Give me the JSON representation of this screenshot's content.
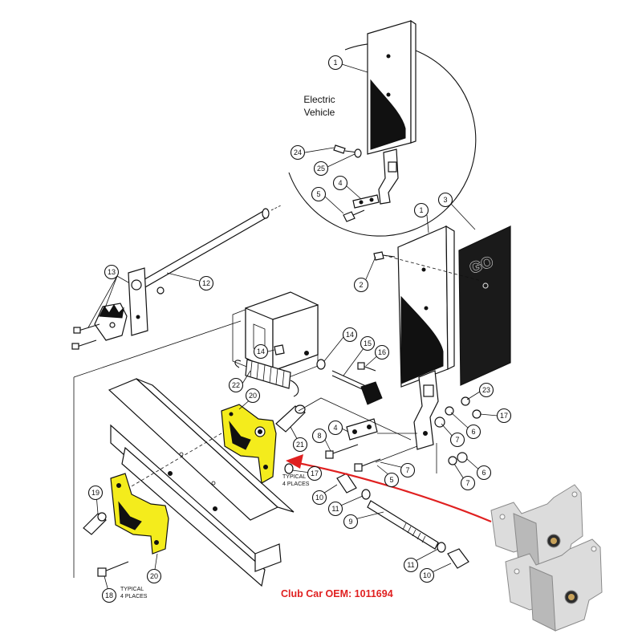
{
  "labels": {
    "electric_vehicle_line1": "Electric",
    "electric_vehicle_line2": "Vehicle",
    "pedal_pad_text": "GO",
    "typical_right_line1": "TYPICAL",
    "typical_right_line2": "4 PLACES",
    "typical_left_line1": "TYPICAL",
    "typical_left_line2": "4 PLACES",
    "oem_caption": "Club Car OEM: 1011694"
  },
  "callouts": [
    {
      "id": "c1a",
      "text": "1"
    },
    {
      "id": "c24",
      "text": "24"
    },
    {
      "id": "c25",
      "text": "25"
    },
    {
      "id": "c4a",
      "text": "4"
    },
    {
      "id": "c5a",
      "text": "5"
    },
    {
      "id": "c1b",
      "text": "1"
    },
    {
      "id": "c3",
      "text": "3"
    },
    {
      "id": "c2",
      "text": "2"
    },
    {
      "id": "c13",
      "text": "13"
    },
    {
      "id": "c12",
      "text": "12"
    },
    {
      "id": "c14a",
      "text": "14"
    },
    {
      "id": "c14b",
      "text": "14"
    },
    {
      "id": "c15",
      "text": "15"
    },
    {
      "id": "c16",
      "text": "16"
    },
    {
      "id": "c22",
      "text": "22"
    },
    {
      "id": "c20a",
      "text": "20"
    },
    {
      "id": "c23",
      "text": "23"
    },
    {
      "id": "c17a",
      "text": "17"
    },
    {
      "id": "c4b",
      "text": "4"
    },
    {
      "id": "c6a",
      "text": "6"
    },
    {
      "id": "c8",
      "text": "8"
    },
    {
      "id": "c21",
      "text": "21"
    },
    {
      "id": "c7a",
      "text": "7"
    },
    {
      "id": "c7b",
      "text": "7"
    },
    {
      "id": "c6b",
      "text": "6"
    },
    {
      "id": "c7c",
      "text": "7"
    },
    {
      "id": "c5b",
      "text": "5"
    },
    {
      "id": "c17b",
      "text": "17"
    },
    {
      "id": "c19",
      "text": "19"
    },
    {
      "id": "c10a",
      "text": "10"
    },
    {
      "id": "c11a",
      "text": "11"
    },
    {
      "id": "c9",
      "text": "9"
    },
    {
      "id": "c11b",
      "text": "11"
    },
    {
      "id": "c10b",
      "text": "10"
    },
    {
      "id": "c18",
      "text": "18"
    },
    {
      "id": "c20b",
      "text": "20"
    }
  ],
  "colors": {
    "highlight_part": "#f4ec1c",
    "arrow": "#e02020",
    "oem_text": "#e02020",
    "line_art": "#111111"
  }
}
